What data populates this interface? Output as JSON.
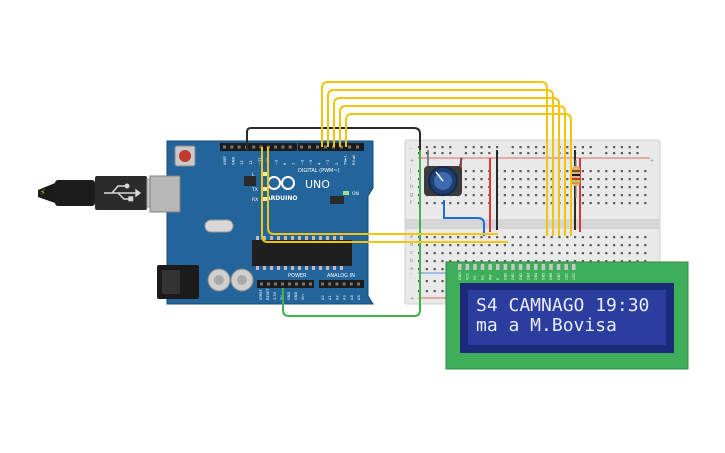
{
  "arduino": {
    "brand": "ARDUINO",
    "model": "UNO",
    "header_digital": "DIGITAL (PWM~)",
    "header_power": "POWER",
    "header_analog": "ANALOG IN",
    "led_on": "ON",
    "led_tx": "TX",
    "led_rx": "RX",
    "led_l": "L",
    "digital_pins": [
      "AREF",
      "GND",
      "13",
      "12",
      "~11",
      "~10",
      "~9",
      "8",
      "7",
      "~6",
      "~5",
      "4",
      "~3",
      "2",
      "TX►1",
      "RX◄0"
    ],
    "power_pins": [
      "IOREF",
      "RESET",
      "3.3V",
      "5V",
      "GND",
      "GND",
      "Vin"
    ],
    "analog_pins": [
      "A0",
      "A1",
      "A2",
      "A3",
      "A4",
      "A5"
    ]
  },
  "breadboard": {
    "rows": [
      "j",
      "i",
      "h",
      "g",
      "f",
      "e",
      "d",
      "c",
      "b",
      "a"
    ],
    "rail_plus": "+",
    "rail_minus": "-"
  },
  "lcd": {
    "line1": "S4 CAMNAGO 19:30",
    "line2": "ma a M.Bovisa",
    "pin_labels": [
      "GND",
      "VCC",
      "V0",
      "RS",
      "RW",
      "E",
      "DB0",
      "DB1",
      "DB2",
      "DB3",
      "DB4",
      "DB5",
      "DB6",
      "DB7",
      "LED",
      "LED"
    ]
  },
  "colors": {
    "pcb": "#23649a",
    "breadboard": "#e9e9e9",
    "lcd_pcb": "#3fae5a",
    "lcd_screen": "#2b3d9e",
    "wire_yellow": "#f1c40f",
    "wire_black": "#2a2a2a",
    "wire_green": "#3db34a",
    "wire_blue": "#1e6fd9",
    "wire_red": "#d83a3a"
  }
}
